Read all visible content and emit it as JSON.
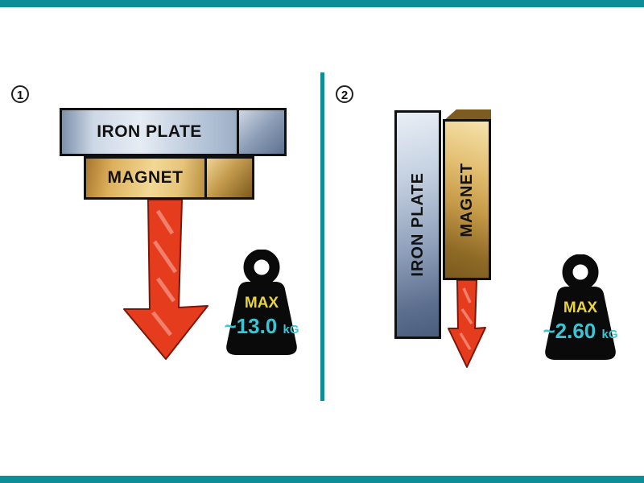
{
  "colors": {
    "accent_teal": "#0d8d95",
    "arrow_red": "#e63c1e",
    "max_yellow": "#e8d441",
    "value_cyan": "#38c5d6"
  },
  "panels": [
    {
      "number": "1",
      "plate_label": "IRON PLATE",
      "magnet_label": "MAGNET",
      "weight": {
        "max_label": "MAX",
        "value": "~13.0",
        "unit": "kG"
      }
    },
    {
      "number": "2",
      "plate_label": "IRON PLATE",
      "magnet_label": "MAGNET",
      "weight": {
        "max_label": "MAX",
        "value": "~2.60",
        "unit": "kG"
      }
    }
  ]
}
